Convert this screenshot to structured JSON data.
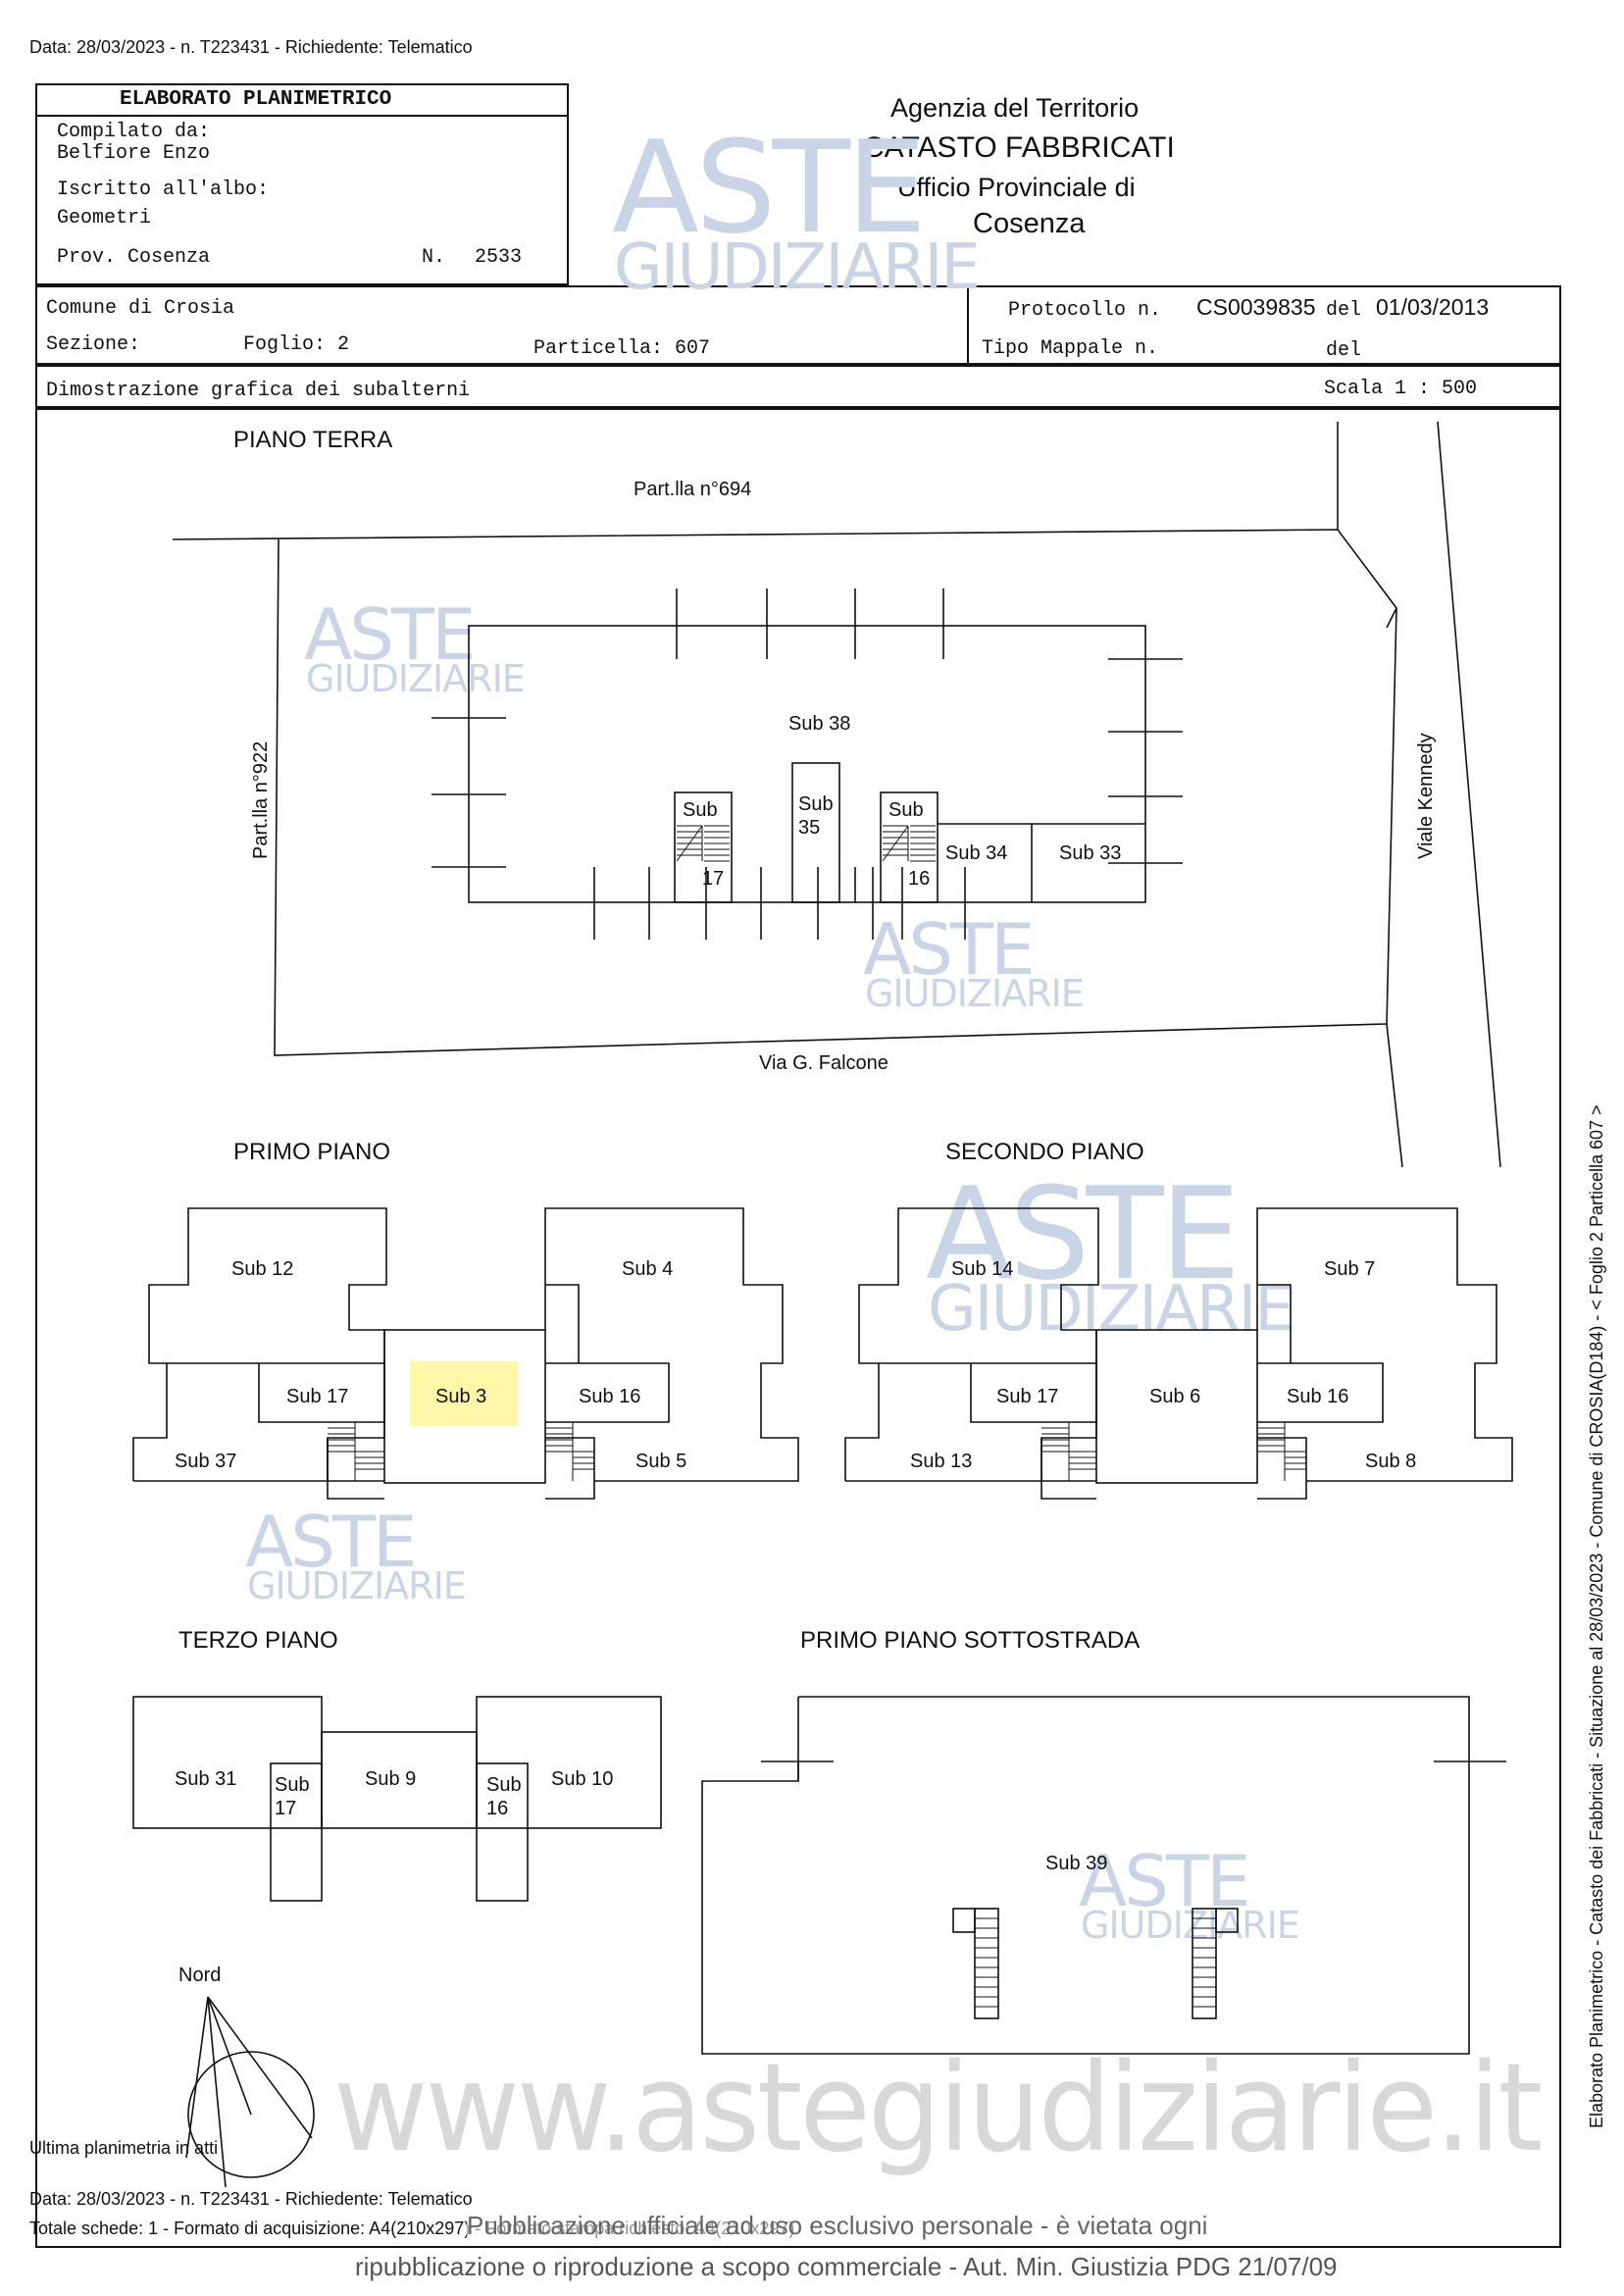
{
  "top_line": "Data: 28/03/2023 - n. T223431 - Richiedente: Telematico",
  "header": {
    "title": "ELABORATO PLANIMETRICO",
    "compilato_label": "Compilato da:",
    "compilato_name": "Belfiore Enzo",
    "iscritto_label": "Iscritto all'albo:",
    "iscritto_value": "Geometri",
    "prov_label": "Prov. Cosenza",
    "n_label": "N.",
    "n_value": "2533",
    "agency_line1": "Agenzia del Territorio",
    "agency_line2": "CATASTO FABBRICATI",
    "agency_line3": "Ufficio Provinciale di",
    "agency_line4": "Cosenza"
  },
  "info": {
    "comune": "Comune di Crosia",
    "sezione": "Sezione:",
    "foglio": "Foglio: 2",
    "particella": "Particella: 607",
    "protocollo_label": "Protocollo n.",
    "protocollo_value": "CS0039835",
    "del_label": "del",
    "del_value": "01/03/2013",
    "tipo_mappale": "Tipo Mappale n.",
    "del_label2": "del",
    "dimostrazione": "Dimostrazione grafica dei subalterni",
    "scala": "Scala 1 : 500"
  },
  "plan": {
    "piano_terra": "PIANO TERRA",
    "part694": "Part.lla n°694",
    "part922": "Part.lla n°922",
    "viale": "Viale Kennedy",
    "via": "Via G. Falcone",
    "sub38": "Sub 38",
    "sub": "Sub",
    "sub35a": "Sub",
    "sub35b": "35",
    "n17": "17",
    "n16": "16",
    "sub34": "Sub 34",
    "sub33": "Sub 33",
    "primo_piano": "PRIMO PIANO",
    "secondo_piano": "SECONDO PIANO",
    "sub12": "Sub 12",
    "sub4": "Sub 4",
    "sub17": "Sub 17",
    "sub3": "Sub 3",
    "sub16": "Sub 16",
    "sub37": "Sub 37",
    "sub5": "Sub 5",
    "sub14": "Sub 14",
    "sub7": "Sub 7",
    "sub6": "Sub 6",
    "sub13": "Sub 13",
    "sub8": "Sub 8",
    "terzo_piano": "TERZO PIANO",
    "sottostrada": "PRIMO PIANO SOTTOSTRADA",
    "sub31": "Sub 31",
    "sub9": "Sub 9",
    "sub10": "Sub 10",
    "sub39": "Sub 39",
    "nord": "Nord"
  },
  "watermark": {
    "line1": "ASTE",
    "line2": "GIUDIZIARIE",
    "url": "www.astegiudiziarie.it"
  },
  "footer": {
    "ultima": "Ultima planimetria in atti",
    "data_line": "Data: 28/03/2023 - n. T223431 - Richiedente: Telematico",
    "totale": "Totale schede: 1 - Formato di acquisizione: A4(210x297) - Formato stampa richiesto: A4(210x297)",
    "pubblicazione": "Pubblicazione ufficiale ad uso esclusivo personale - è vietata ogni",
    "ripubblicazione": "ripubblicazione o riproduzione a scopo commerciale - Aut. Min. Giustizia PDG 21/07/09",
    "side_text": "Elaborato Planimetrico - Catasto dei Fabbricati - Situazione al 28/03/2023 - Comune di CROSIA(D184) - < Foglio 2 Particella 607 >"
  },
  "colors": {
    "highlight": "#fff7a8",
    "watermark": "#c9d5e6"
  }
}
